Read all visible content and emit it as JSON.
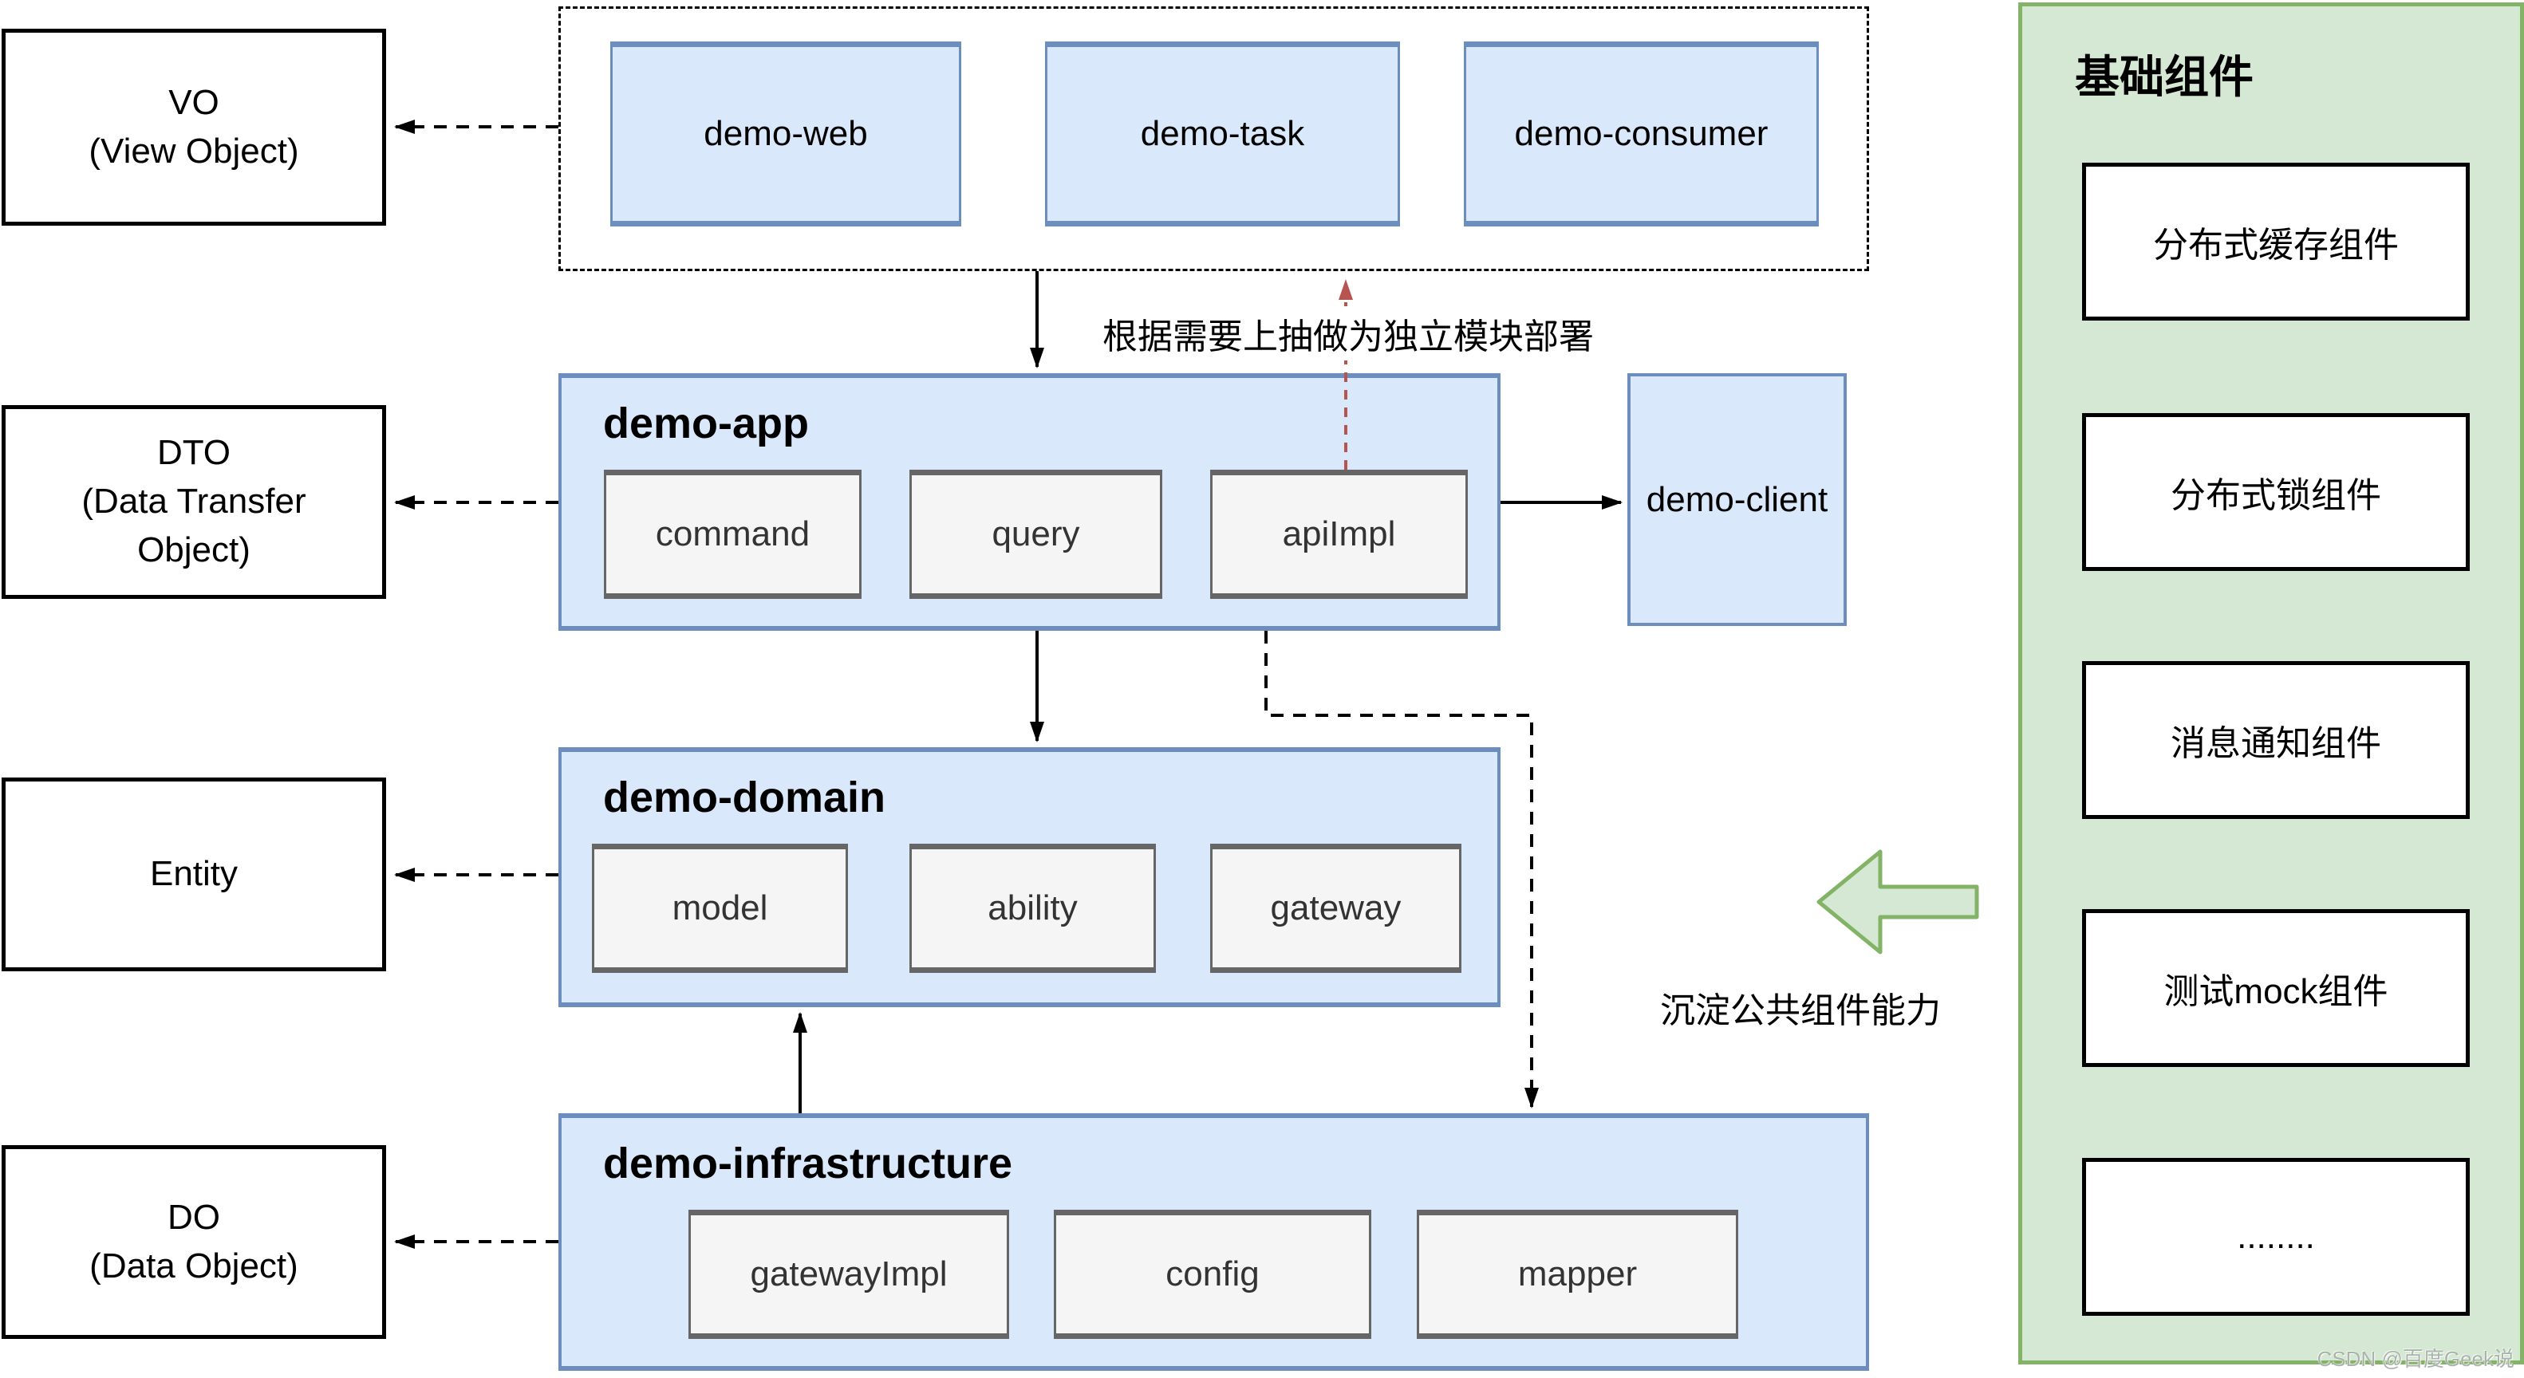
{
  "colors": {
    "blue_fill": "#dae8fc",
    "blue_stroke": "#6c8ebf",
    "gray_fill": "#f5f5f5",
    "gray_stroke": "#666666",
    "green_fill": "#d5e8d4",
    "green_stroke": "#82b366",
    "red_arrow": "#b85450",
    "black": "#000000"
  },
  "left_boxes": [
    {
      "name": "vo",
      "lines": [
        "VO",
        "(View Object)"
      ]
    },
    {
      "name": "dto",
      "lines": [
        "DTO",
        "(Data Transfer",
        "Object)"
      ]
    },
    {
      "name": "entity",
      "lines": [
        "Entity"
      ]
    },
    {
      "name": "do",
      "lines": [
        "DO",
        "(Data Object)"
      ]
    }
  ],
  "top_group": {
    "boxes": [
      "demo-web",
      "demo-task",
      "demo-consumer"
    ]
  },
  "modules": {
    "app": {
      "title": "demo-app",
      "children": [
        "command",
        "query",
        "apiImpl"
      ]
    },
    "domain": {
      "title": "demo-domain",
      "children": [
        "model",
        "ability",
        "gateway"
      ]
    },
    "infrastructure": {
      "title": "demo-infrastructure",
      "children": [
        "gatewayImpl",
        "config",
        "mapper"
      ]
    }
  },
  "client": {
    "label": "demo-client"
  },
  "base_components": {
    "title": "基础组件",
    "items": [
      "分布式缓存组件",
      "分布式锁组件",
      "消息通知组件",
      "测试mock组件",
      "........"
    ]
  },
  "annotations": {
    "deploy_note": "根据需要上抽做为独立模块部署",
    "sink_note": "沉淀公共组件能力"
  },
  "watermark": "CSDN @百度Geek说"
}
